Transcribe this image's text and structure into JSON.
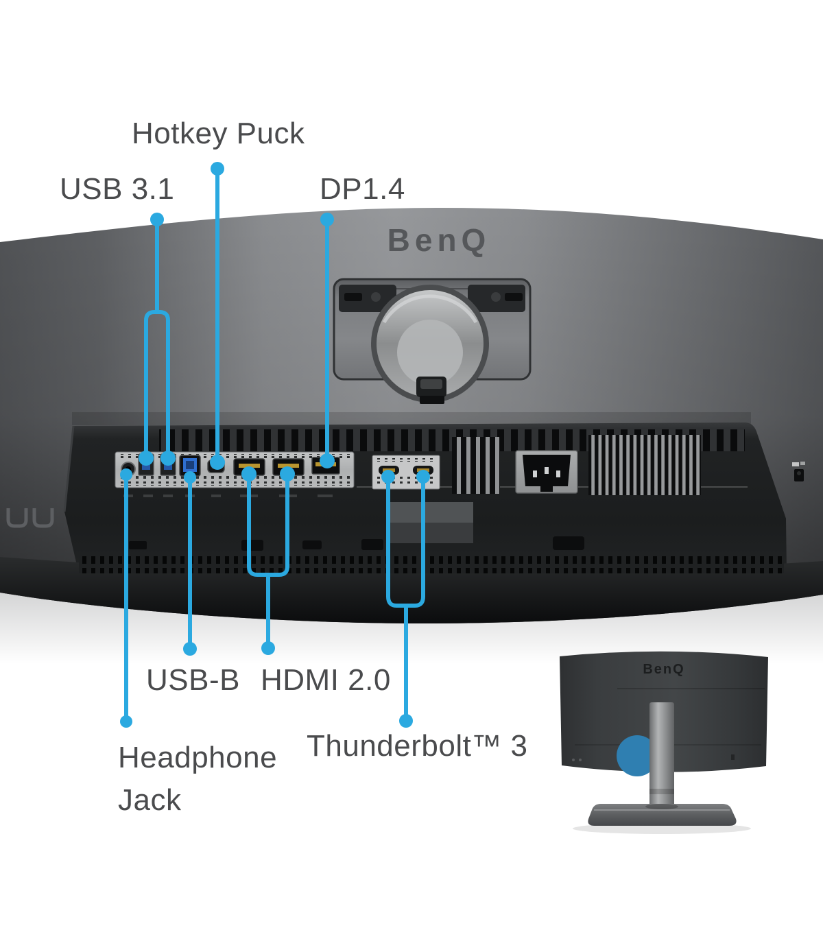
{
  "diagram": {
    "accent_color": "#2BA9E0",
    "highlight_circle_color": "#2F7FB1",
    "label_text_color": "#4A4B4D",
    "labels": {
      "hotkey_puck": "Hotkey Puck",
      "usb31": "USB 3.1",
      "dp14": "DP1.4",
      "usb_b": "USB-B",
      "hdmi20": "HDMI 2.0",
      "headphone_line1": "Headphone",
      "headphone_line2": "Jack",
      "thunderbolt": "Thunderbolt™ 3"
    },
    "monitor": {
      "brand_logo": "BenQ"
    },
    "thumbnail": {
      "brand_logo": "BenQ"
    }
  }
}
